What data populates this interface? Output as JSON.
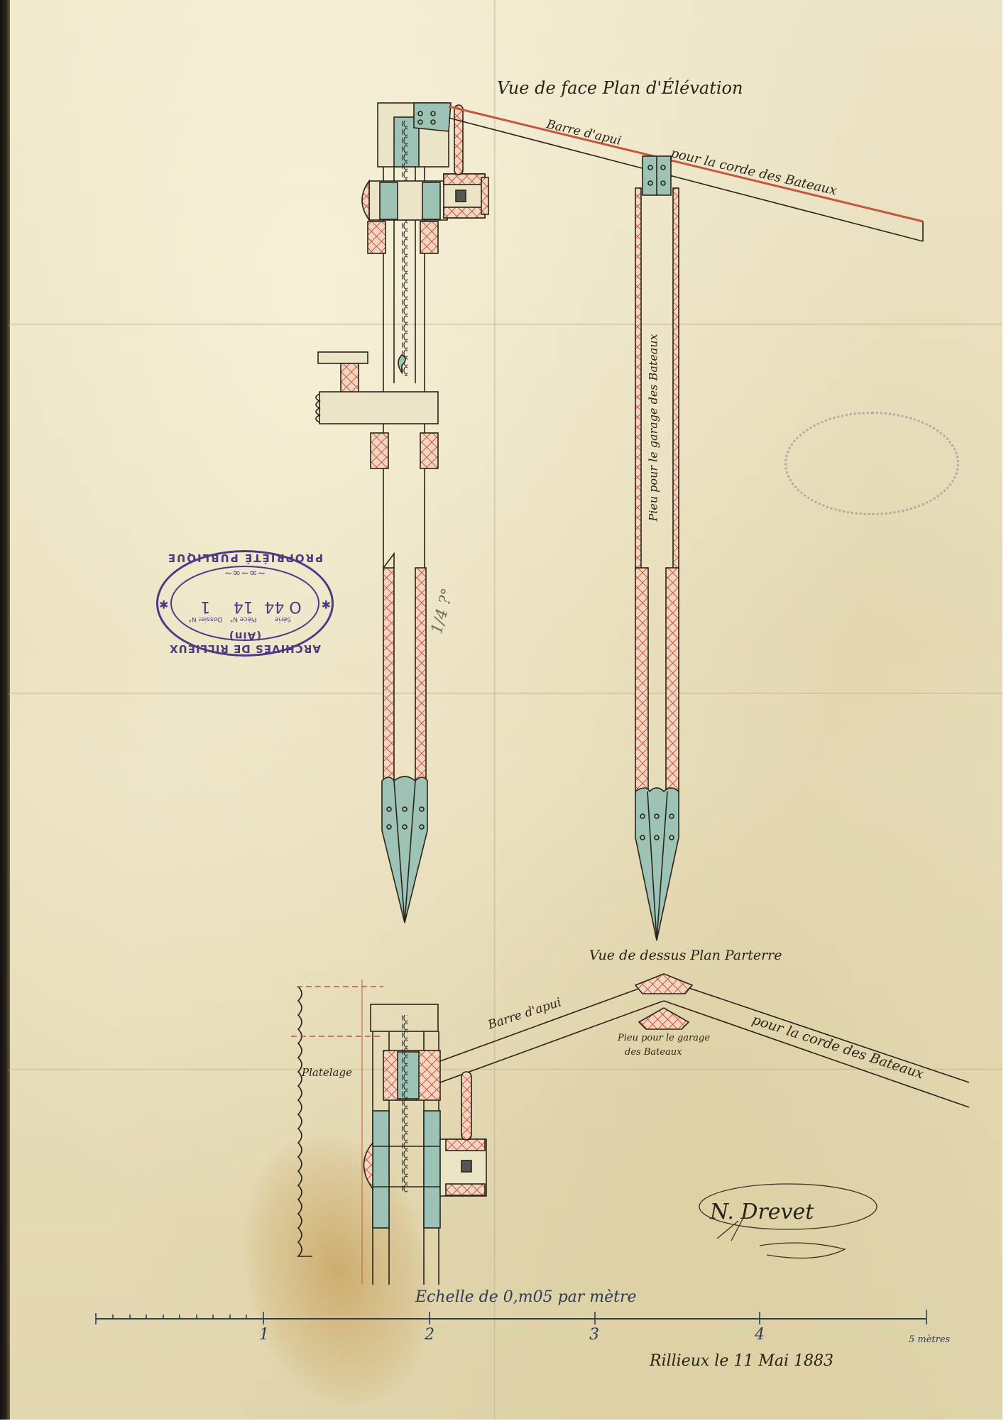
{
  "document": {
    "type": "technical drawing",
    "elevation_title": "Vue de face Plan d'Élévation",
    "plan_title": "Vue de dessus Plan Parterre"
  },
  "labels": {
    "barre_elevation_1": "Barre d'apui",
    "barre_elevation_2": "pour la corde des Bateaux",
    "pieu_vertical": "Pieu pour le garage des Bateaux",
    "barre_plan_1": "Barre d'apui",
    "barre_plan_2": "pour la corde des Bateaux",
    "pieu_plan_1": "Pieu pour le garage",
    "pieu_plan_2": "des Bateaux",
    "platelage": "Platelage",
    "pencil_note": "1/4 ?°"
  },
  "stamp": {
    "top_text": "ARCHIVES DE RILLIEUX (Ain)",
    "bottom_text": "PROPRIÉTÉ PUBLIQUE",
    "fields": [
      {
        "label": "Série",
        "value": "O 44"
      },
      {
        "label": "Pièce N°",
        "value": "14"
      },
      {
        "label": "Dossier N°",
        "value": "1"
      }
    ],
    "ornament": "~∞~∞~",
    "star": "✱"
  },
  "scale": {
    "title": "Echelle de 0,m05 par mètre",
    "ticks": [
      "1",
      "2",
      "3",
      "4",
      "5 mètres"
    ]
  },
  "footer": {
    "place_date": "Rillieux le 11 Mai 1883",
    "signature": "N. Drevet"
  },
  "colors": {
    "paper": "#e8dfbd",
    "ink": "#2a2418",
    "red_hatch": "#d2523a",
    "blue_green": "#9cc3b5",
    "stamp_violet": "#4b3a86",
    "scale_ink": "#2c3d5a"
  }
}
